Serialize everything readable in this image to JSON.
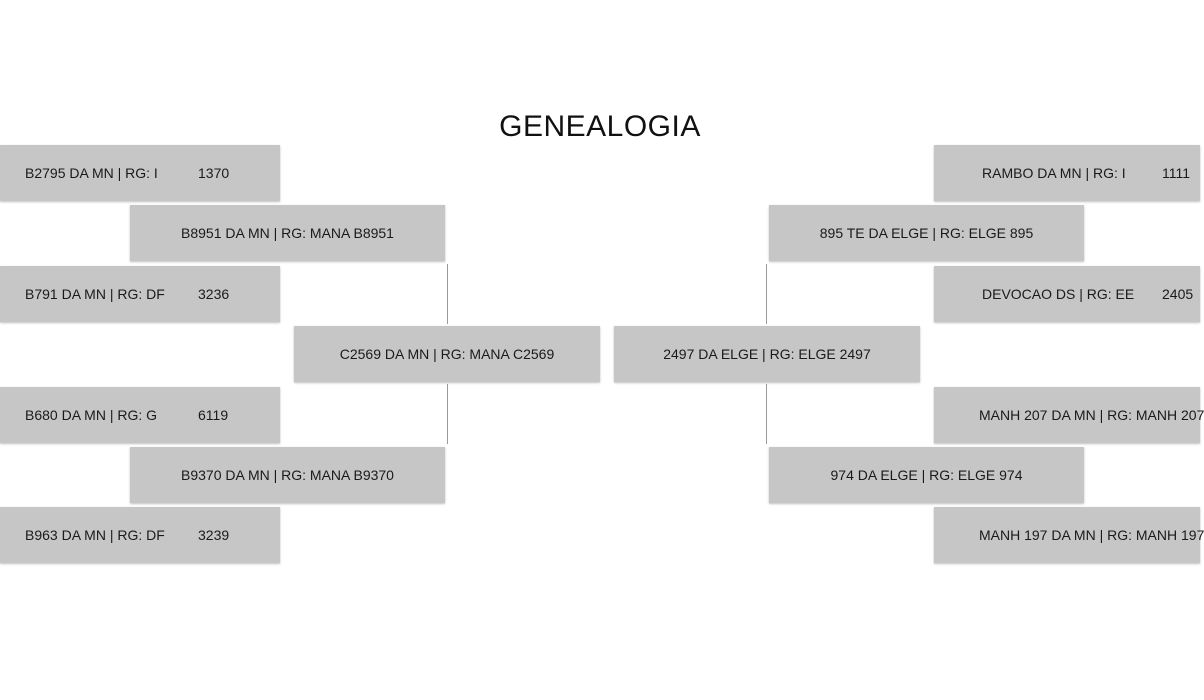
{
  "title": "GENEALOGIA",
  "left": {
    "parent": {
      "label": "C2569 DA MN | RG: MANA C2569"
    },
    "grandparents": [
      {
        "label": "B8951 DA MN | RG: MANA B8951"
      },
      {
        "label": "B9370 DA MN | RG: MANA B9370"
      }
    ],
    "great_grandparents": [
      {
        "name": "B2795 DA MN | RG: I",
        "number": "1370"
      },
      {
        "name": "B791 DA MN | RG: DF",
        "number": "3236"
      },
      {
        "name": "B680 DA MN | RG: G",
        "number": "6119"
      },
      {
        "name": "B963 DA MN | RG: DF",
        "number": "3239"
      }
    ]
  },
  "right": {
    "parent": {
      "label": "2497 DA ELGE | RG: ELGE 2497"
    },
    "grandparents": [
      {
        "label": "895 TE DA ELGE | RG: ELGE 895"
      },
      {
        "label": "974 DA ELGE | RG: ELGE 974"
      }
    ],
    "great_grandparents": [
      {
        "name": "RAMBO DA MN | RG: I",
        "number": "1111"
      },
      {
        "name": "DEVOCAO DS | RG: EE",
        "number": "2405"
      },
      {
        "name": "MANH 207 DA MN | RG: MANH 207",
        "number": ""
      },
      {
        "name": "MANH 197 DA MN | RG: MANH 197",
        "number": ""
      }
    ]
  }
}
